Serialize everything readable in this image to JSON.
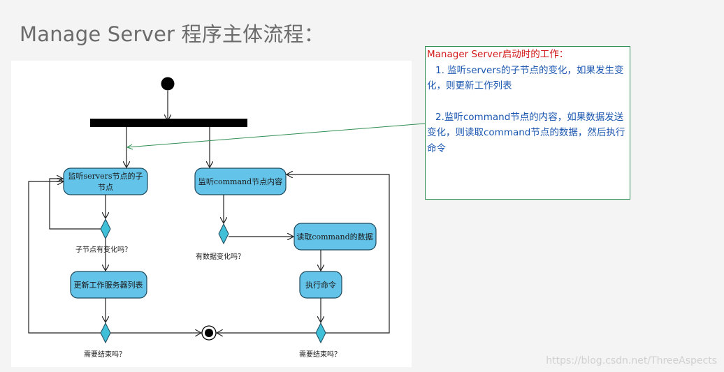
{
  "title": "Manage Server 程序主体流程：",
  "diagram": {
    "nodes": {
      "watch_servers_line1": "监听servers节点的子",
      "watch_servers_line2": "节点",
      "watch_command": "监听command节点内容",
      "read_command": "读取command的数据",
      "update_list": "更新工作服务器列表",
      "execute": "执行命令"
    },
    "conditions": {
      "children_changed": "子节点有变化吗？",
      "data_changed": "有数据变化吗？",
      "need_end_left": "需要结束吗？",
      "need_end_right": "需要结束吗？"
    },
    "colors": {
      "activity_fill": "#64c3e8",
      "activity_stroke": "#1e4a5c",
      "decision_fill": "#40c0d8",
      "line": "#222222",
      "connector": "#2f8f52"
    }
  },
  "note": {
    "title": "Manager Server启动时的工作：",
    "item1": "1. 监听servers的子节点的变化，如果发生变化，则更新工作列表",
    "item2": "2.监听command节点的内容，如果数据发送变化，则读取command节点的数据，然后执行命令"
  },
  "watermark": "https://blog.csdn.net/ThreeAspects"
}
